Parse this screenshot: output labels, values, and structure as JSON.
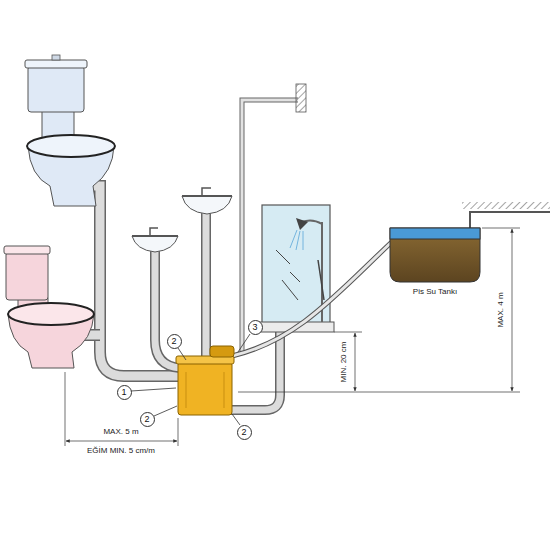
{
  "diagram": {
    "nodes": [
      {
        "text": [
          "1"
        ]
      },
      {
        "text": [
          "2"
        ]
      },
      {
        "text": [
          "2"
        ]
      },
      {
        "text": [
          "2"
        ]
      },
      {
        "text": [
          "3"
        ]
      }
    ],
    "labels": [
      "MAX. 5 m",
      "EĞİM MIN. 5 cm/m",
      "MIN. 20 cm",
      "MAX. 4 m",
      "Pis Su Tankı"
    ]
  }
}
